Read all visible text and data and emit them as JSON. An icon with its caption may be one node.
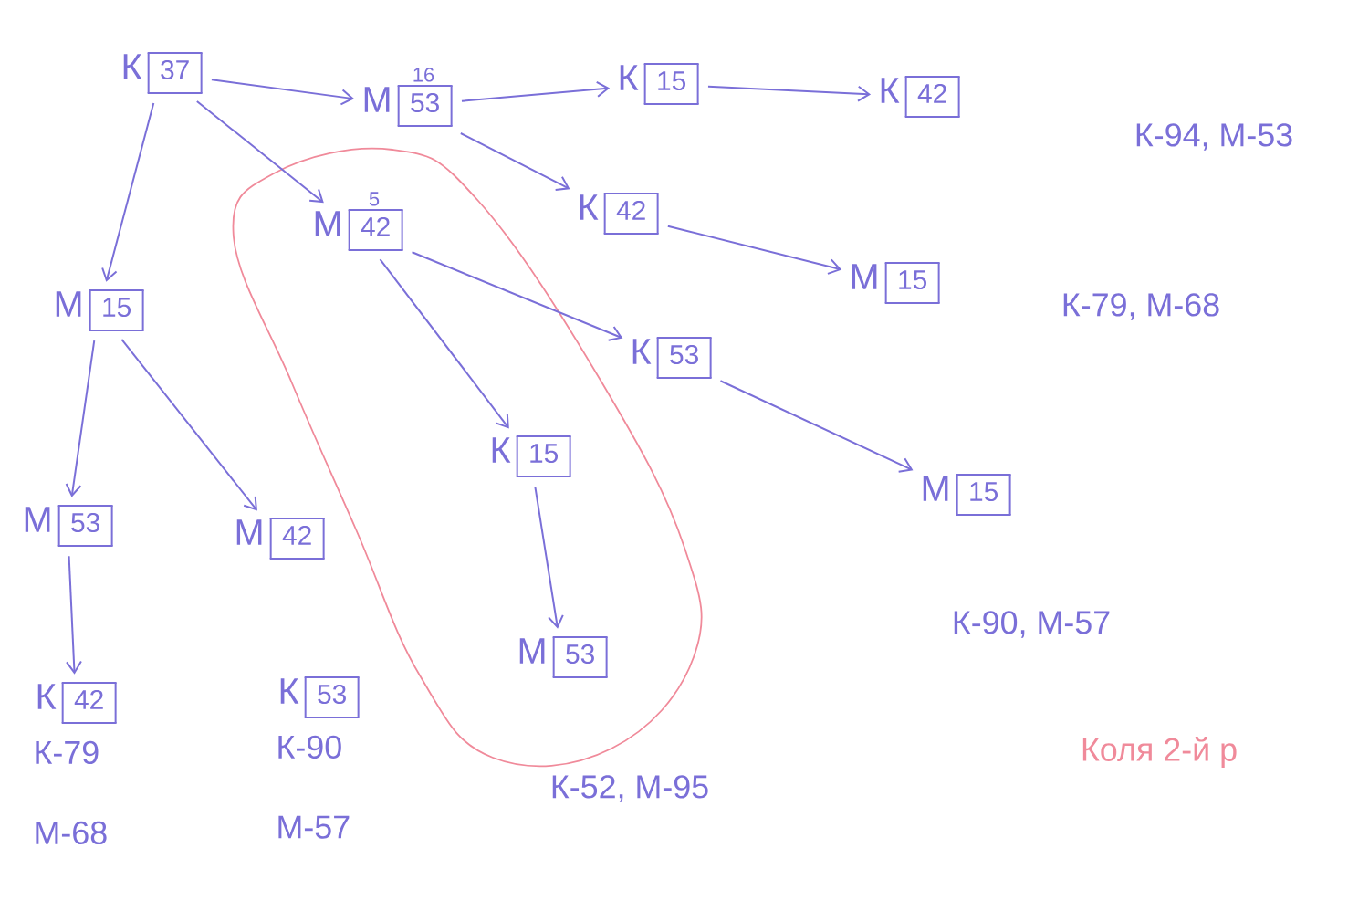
{
  "diagram": {
    "nodes": [
      {
        "text": [
          "К",
          "37"
        ]
      },
      {
        "text": [
          "М",
          "53"
        ],
        "beside": [
          "16"
        ]
      },
      {
        "text": [
          "К",
          "15"
        ]
      },
      {
        "text": [
          "К",
          "42"
        ]
      },
      {
        "text": [
          "М",
          "42"
        ],
        "beside": [
          "5"
        ]
      },
      {
        "text": [
          "К",
          "42"
        ]
      },
      {
        "text": [
          "М",
          "15"
        ]
      },
      {
        "text": [
          "К",
          "53"
        ]
      },
      {
        "text": [
          "М",
          "15"
        ]
      },
      {
        "text": [
          "М",
          "15"
        ]
      },
      {
        "text": [
          "К",
          "15"
        ]
      },
      {
        "text": [
          "М",
          "53"
        ]
      },
      {
        "text": [
          "М",
          "42"
        ]
      },
      {
        "text": [
          "М",
          "53"
        ]
      },
      {
        "text": [
          "К",
          "42"
        ],
        "beside": [
          "К-79",
          "М-68"
        ]
      },
      {
        "text": [
          "К",
          "53"
        ],
        "beside": [
          "К-90",
          "М-57"
        ]
      }
    ],
    "edges": [
      {
        "from": 0,
        "to": 1,
        "arrow": "to"
      },
      {
        "from": 1,
        "to": 2,
        "arrow": "to"
      },
      {
        "from": 2,
        "to": 3,
        "arrow": "to"
      },
      {
        "from": 0,
        "to": 4,
        "arrow": "to"
      },
      {
        "from": 1,
        "to": 5,
        "arrow": "to"
      },
      {
        "from": 5,
        "to": 6,
        "arrow": "to"
      },
      {
        "from": 4,
        "to": 7,
        "arrow": "to"
      },
      {
        "from": 7,
        "to": 8,
        "arrow": "to"
      },
      {
        "from": 0,
        "to": 9,
        "arrow": "to"
      },
      {
        "from": 4,
        "to": 10,
        "arrow": "to"
      },
      {
        "from": 10,
        "to": 13,
        "arrow": "to"
      },
      {
        "from": 9,
        "to": 11,
        "arrow": "to"
      },
      {
        "from": 9,
        "to": 12,
        "arrow": "to"
      },
      {
        "from": 11,
        "to": 14,
        "arrow": "to"
      }
    ],
    "labels": [
      "К-94, М-53",
      "К-79, М-68",
      "К-90, М-57",
      "К-52, М-95",
      "Коля 2-й р"
    ]
  }
}
